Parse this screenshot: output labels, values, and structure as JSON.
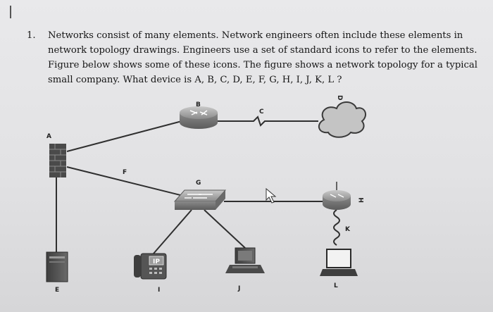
{
  "question": {
    "number": "1.",
    "text": "Networks consist of many elements. Network engineers often include these elements in network topology drawings. Engineers use a set of standard icons to refer to the elements. Figure below shows some of these icons. The figure shows a network topology for a typical small company. What device is A, B, C, D, E, F, G, H, I, J, K, L ?"
  },
  "diagram": {
    "labels": {
      "A": "A",
      "B": "B",
      "C": "C",
      "D": "D",
      "E": "E",
      "F": "F",
      "G": "G",
      "H": "H",
      "I": "I",
      "J": "J",
      "K": "K",
      "L": "L"
    },
    "phone_badge": "IP"
  }
}
